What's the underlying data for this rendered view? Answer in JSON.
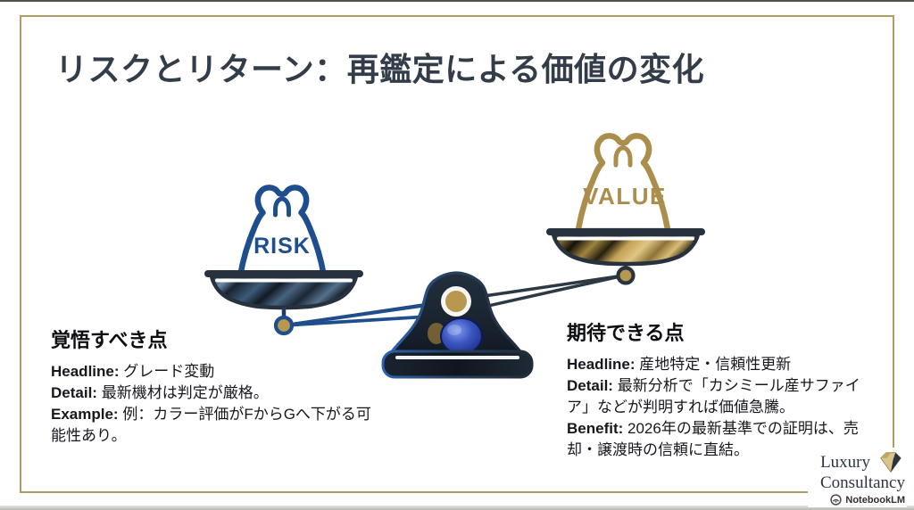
{
  "slide": {
    "title": "リスクとリターン：再鑑定による価値の変化"
  },
  "scale": {
    "left_weight_label": "RISK",
    "right_weight_label": "VALUE"
  },
  "left_panel": {
    "heading": "覚悟すべき点",
    "items": [
      {
        "label": "Headline:",
        "text": " グレード変動"
      },
      {
        "label": "Detail:",
        "text": " 最新機材は判定が厳格。"
      },
      {
        "label": "Example:",
        "text": " 例：カラー評価がFからGへ下がる可能性あり。"
      }
    ]
  },
  "right_panel": {
    "heading": "期待できる点",
    "items": [
      {
        "label": "Headline:",
        "text": " 産地特定・信頼性更新"
      },
      {
        "label": "Detail:",
        "text": " 最新分析で「カシミール産サファイア」などが判明すれば価値急騰。"
      },
      {
        "label": "Benefit:",
        "text": " 2026年の最新基準での証明は、売却・譲渡時の信頼に直結。"
      }
    ]
  },
  "footer": {
    "brand_line1": "Luxury",
    "brand_line2": "Consultancy",
    "attribution": "NotebookLM"
  },
  "colors": {
    "navy_accent": "#1f4e8f",
    "gold_accent": "#ab8d4c",
    "frame_gold": "#b09b66",
    "dark_slate": "#28323e",
    "title_text": "#333d49"
  }
}
